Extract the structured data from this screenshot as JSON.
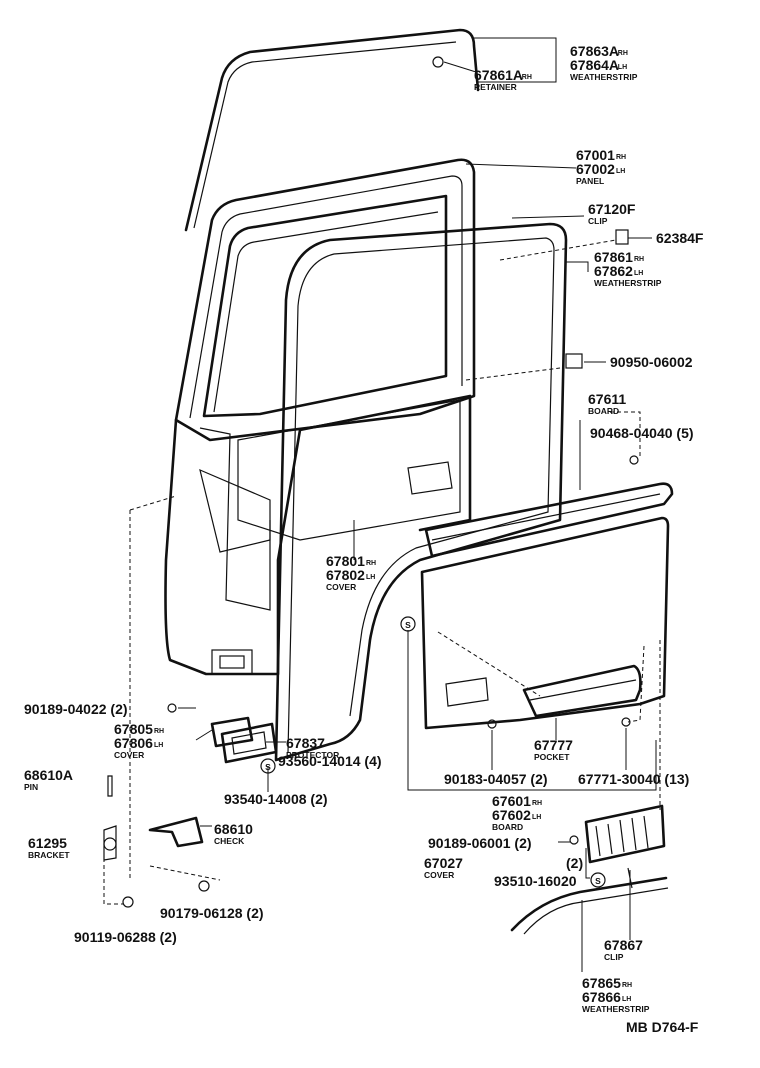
{
  "diagram": {
    "code": "MB D764-F",
    "labels": [
      {
        "id": "weatherstrip-top",
        "lines": [
          {
            "text": "67863A",
            "side": "RH"
          },
          {
            "text": "67864A",
            "side": "LH"
          }
        ],
        "caption": "WEATHERSTRIP"
      },
      {
        "id": "retainer",
        "lines": [
          {
            "text": "67861A",
            "side": "RH"
          }
        ],
        "caption": "RETAINER"
      },
      {
        "id": "panel",
        "lines": [
          {
            "text": "67001",
            "side": "RH"
          },
          {
            "text": "67002",
            "side": "LH"
          }
        ],
        "caption": "PANEL"
      },
      {
        "id": "clip-upper",
        "lines": [
          {
            "text": "67120F",
            "side": ""
          }
        ],
        "caption": "CLIP"
      },
      {
        "id": "plug-62384",
        "lines": [
          {
            "text": "62384F",
            "side": ""
          }
        ],
        "caption": ""
      },
      {
        "id": "weatherstrip-side",
        "lines": [
          {
            "text": "67861",
            "side": "RH"
          },
          {
            "text": "67862",
            "side": "LH"
          }
        ],
        "caption": "WEATHERSTRIP"
      },
      {
        "id": "plug-90950",
        "lines": [
          {
            "text": "90950-06002",
            "side": ""
          }
        ],
        "caption": ""
      },
      {
        "id": "board-upper",
        "lines": [
          {
            "text": "67611",
            "side": ""
          }
        ],
        "caption": "BOARD"
      },
      {
        "id": "clip-90468",
        "lines": [
          {
            "text": "90468-04040 (5)",
            "side": ""
          }
        ],
        "caption": ""
      },
      {
        "id": "cover-67801",
        "lines": [
          {
            "text": "67801",
            "side": "RH"
          },
          {
            "text": "67802",
            "side": "LH"
          }
        ],
        "caption": "COVER"
      },
      {
        "id": "screw-90189-04022",
        "lines": [
          {
            "text": "90189-04022 (2)",
            "side": ""
          }
        ],
        "caption": ""
      },
      {
        "id": "cover-67805",
        "lines": [
          {
            "text": "67805",
            "side": "RH"
          },
          {
            "text": "67806",
            "side": "LH"
          }
        ],
        "caption": "COVER"
      },
      {
        "id": "protector",
        "lines": [
          {
            "text": "67837",
            "side": ""
          }
        ],
        "caption": "PROTECTOR"
      },
      {
        "id": "screw-93560",
        "lines": [
          {
            "text": "93560-14014 (4)",
            "side": ""
          }
        ],
        "caption": ""
      },
      {
        "id": "pocket",
        "lines": [
          {
            "text": "67777",
            "side": ""
          }
        ],
        "caption": "POCKET"
      },
      {
        "id": "screw-93540",
        "lines": [
          {
            "text": "93540-14008 (2)",
            "side": ""
          }
        ],
        "caption": ""
      },
      {
        "id": "pin",
        "lines": [
          {
            "text": "68610A",
            "side": ""
          }
        ],
        "caption": "PIN"
      },
      {
        "id": "screw-90183",
        "lines": [
          {
            "text": "90183-04057 (2)",
            "side": ""
          }
        ],
        "caption": ""
      },
      {
        "id": "clip-67771",
        "lines": [
          {
            "text": "67771-30040 (13)",
            "side": ""
          }
        ],
        "caption": ""
      },
      {
        "id": "board-lower",
        "lines": [
          {
            "text": "67601",
            "side": "RH"
          },
          {
            "text": "67602",
            "side": "LH"
          }
        ],
        "caption": "BOARD"
      },
      {
        "id": "bracket",
        "lines": [
          {
            "text": "61295",
            "side": ""
          }
        ],
        "caption": "BRACKET"
      },
      {
        "id": "check",
        "lines": [
          {
            "text": "68610",
            "side": ""
          }
        ],
        "caption": "CHECK"
      },
      {
        "id": "screw-90189-06001",
        "lines": [
          {
            "text": "90189-06001 (2)",
            "side": ""
          }
        ],
        "caption": ""
      },
      {
        "id": "cover-67027",
        "lines": [
          {
            "text": "67027",
            "side": ""
          }
        ],
        "caption": "COVER"
      },
      {
        "id": "qty-2",
        "lines": [
          {
            "text": "(2)",
            "side": ""
          }
        ],
        "caption": ""
      },
      {
        "id": "screw-93510",
        "lines": [
          {
            "text": "93510-16020",
            "side": ""
          }
        ],
        "caption": ""
      },
      {
        "id": "bolt-90179",
        "lines": [
          {
            "text": "90179-06128 (2)",
            "side": ""
          }
        ],
        "caption": ""
      },
      {
        "id": "bolt-90119",
        "lines": [
          {
            "text": "90119-06288 (2)",
            "side": ""
          }
        ],
        "caption": ""
      },
      {
        "id": "clip-lower",
        "lines": [
          {
            "text": "67867",
            "side": ""
          }
        ],
        "caption": "CLIP"
      },
      {
        "id": "weatherstrip-lower",
        "lines": [
          {
            "text": "67865",
            "side": "RH"
          },
          {
            "text": "67866",
            "side": "LH"
          }
        ],
        "caption": "WEATHERSTRIP"
      }
    ],
    "screw_symbol": "S"
  }
}
